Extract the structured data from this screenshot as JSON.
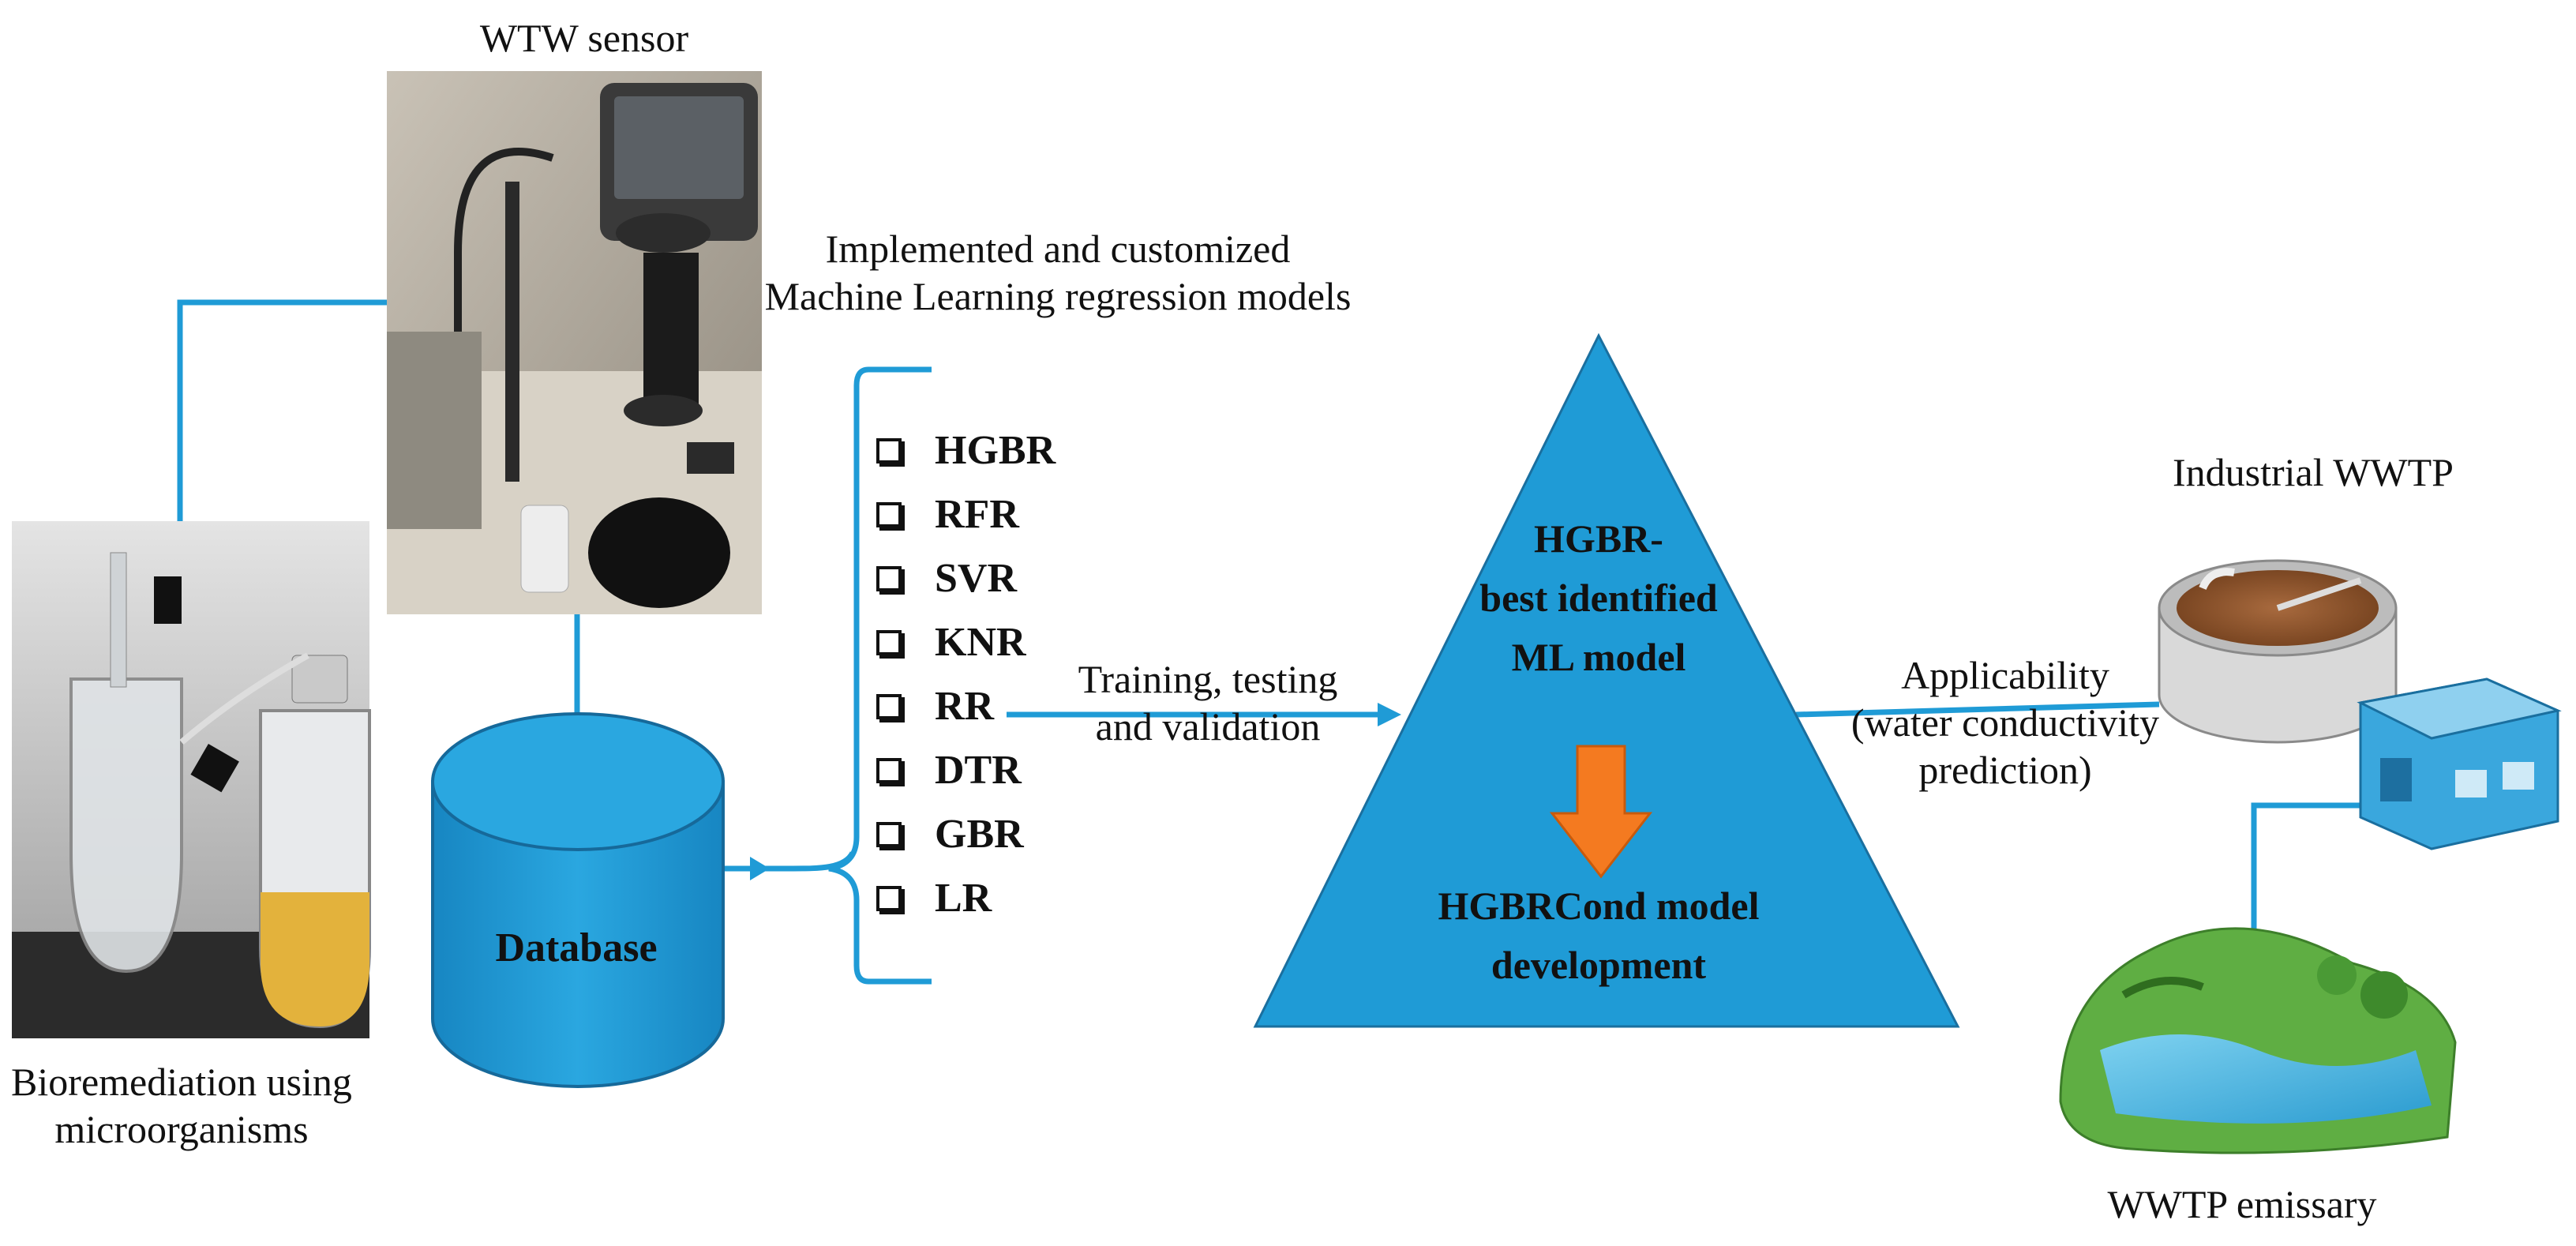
{
  "colors": {
    "blue": "#1f9bd6",
    "orange": "#f47a20",
    "border": "#1a6f9f"
  },
  "labels": {
    "wtw_sensor": "WTW sensor",
    "bioremediation_line1": "Bioremediation using",
    "bioremediation_line2": "microorganisms",
    "database": "Database",
    "models_title_line1": "Implemented and customized",
    "models_title_line2": "Machine Learning regression models",
    "training_line1": "Training, testing",
    "training_line2": "and validation",
    "triangle_line1": "HGBR-",
    "triangle_line2": "best identified",
    "triangle_line3": "ML model",
    "triangle_line4": "HGBRCond model",
    "triangle_line5": "development",
    "applicability_line1": "Applicability",
    "applicability_line2": "(water conductivity",
    "applicability_line3": "prediction)",
    "industrial_wwtp": "Industrial WWTP",
    "wwtp_emissary": "WWTP emissary"
  },
  "models": [
    "HGBR",
    "RFR",
    "SVR",
    "KNR",
    "RR",
    "DTR",
    "GBR",
    "LR"
  ]
}
